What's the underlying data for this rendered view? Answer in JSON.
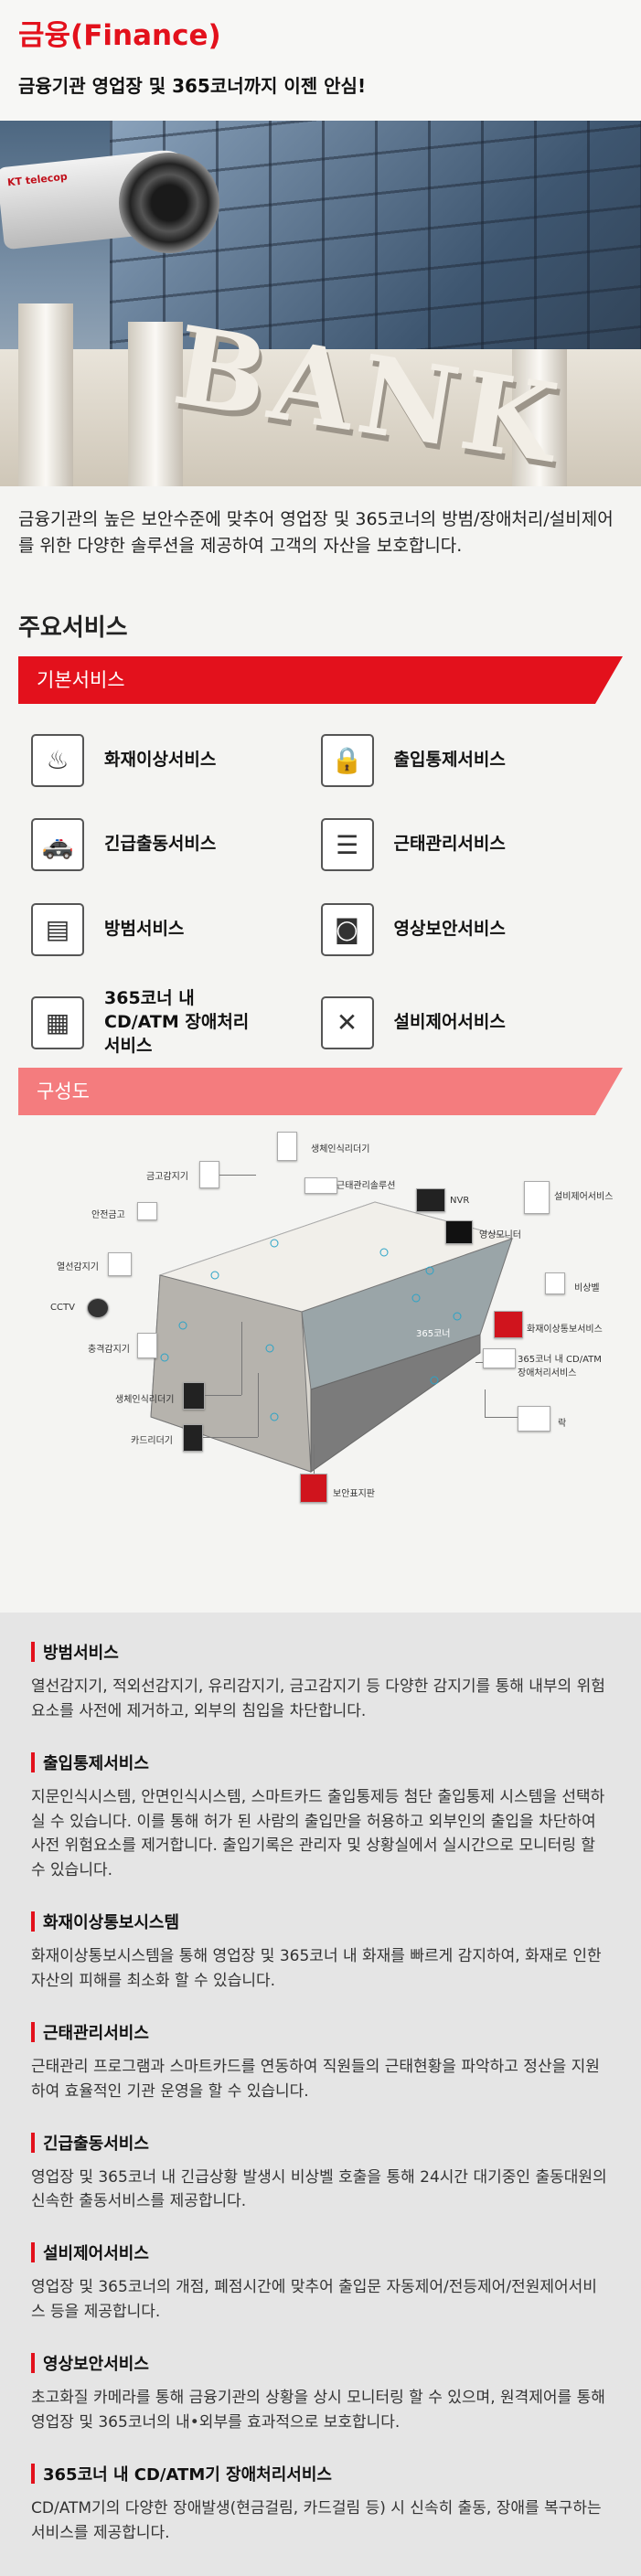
{
  "header": {
    "title": "금융(Finance)",
    "subtitle": "금융기관 영업장 및 365코너까지 이젠 안심!"
  },
  "hero": {
    "bank_text": "BANK",
    "camera_logo": "KT telecop"
  },
  "intro": "금융기관의 높은 보안수준에 맞추어 영업장 및 365코너의 방범/장애처리/설비제어를 위한 다양한 솔루션을 제공하여 고객의 자산을 보호합니다.",
  "main_services": {
    "title": "주요서비스",
    "band_label": "기본서비스",
    "items": [
      {
        "label": "화재이상서비스",
        "icon": "fire-icon",
        "glyph": "♨"
      },
      {
        "label": "출입통제서비스",
        "icon": "lock-icon",
        "glyph": "🔒"
      },
      {
        "label": "긴급출동서비스",
        "icon": "patrol-car-icon",
        "glyph": "🚓"
      },
      {
        "label": "근태관리서비스",
        "icon": "document-list-icon",
        "glyph": "☰"
      },
      {
        "label": "방범서비스",
        "icon": "security-panel-icon",
        "glyph": "▤"
      },
      {
        "label": "영상보안서비스",
        "icon": "cctv-camera-icon",
        "glyph": "◙"
      },
      {
        "label": "365코너 내 CD/ATM 장애처리서비스",
        "icon": "atm-icon",
        "glyph": "▦"
      },
      {
        "label": "설비제어서비스",
        "icon": "wrench-icon",
        "glyph": "✕"
      }
    ]
  },
  "structure": {
    "band_label": "구성도",
    "labels": {
      "vault": "금고감지기",
      "safe": "안전금고",
      "heat": "열선감지기",
      "cctv": "CCTV",
      "shock": "충격감지기",
      "bio1": "생체인식리더기",
      "card": "카드리더기",
      "bio2": "생체인식리더기",
      "attendance": "근태관리솔루션",
      "nvr": "NVR",
      "monitor": "영상모니터",
      "equipment": "설비제어서비스",
      "emergency_bell": "비상벨",
      "fire_detector": "화재이상통보서비스",
      "cd_atm": "365코너 내 CD/ATM 장애처리서비스",
      "rack": "락",
      "security_display": "보안표지판",
      "corner": "365코너"
    }
  },
  "details": [
    {
      "title": "방범서비스",
      "body": "열선감지기, 적외선감지기, 유리감지기, 금고감지기 등 다양한 감지기를 통해 내부의 위험요소를 사전에 제거하고, 외부의 침입을 차단합니다."
    },
    {
      "title": "출입통제서비스",
      "body": "지문인식시스템, 안면인식시스템, 스마트카드 출입통제등 첨단 출입통제 시스템을 선택하실 수 있습니다. 이를 통해 허가 된 사람의 출입만을 허용하고 외부인의 출입을 차단하여 사전 위험요소를 제거합니다. 출입기록은 관리자 및 상황실에서 실시간으로 모니터링 할 수 있습니다."
    },
    {
      "title": "화재이상통보시스템",
      "body": "화재이상통보시스템을 통해 영업장 및 365코너 내 화재를 빠르게 감지하여, 화재로 인한 자산의 피해를 최소화 할 수 있습니다."
    },
    {
      "title": "근태관리서비스",
      "body": "근태관리 프로그램과 스마트카드를 연동하여 직원들의 근태현황을 파악하고 정산을 지원하여 효율적인 기관 운영을 할 수 있습니다."
    },
    {
      "title": "긴급출동서비스",
      "body": "영업장 및 365코너 내 긴급상황 발생시 비상벨 호출을 통해 24시간 대기중인 출동대원의 신속한 출동서비스를 제공합니다."
    },
    {
      "title": "설비제어서비스",
      "body": "영업장 및 365코너의 개점, 폐점시간에 맞추어 출입문 자동제어/전등제어/전원제어서비스 등을 제공합니다."
    },
    {
      "title": "영상보안서비스",
      "body": "초고화질 카메라를 통해 금융기관의 상황을 상시 모니터링 할 수 있으며, 원격제어를 통해 영업장 및 365코너의 내•외부를 효과적으로 보호합니다."
    },
    {
      "title": "365코너 내 CD/ATM기 장애처리서비스",
      "body": "CD/ATM기의 다양한 장애발생(현금걸림, 카드걸림 등) 시 신속히 출동, 장애를 복구하는 서비스를 제공합니다."
    }
  ]
}
